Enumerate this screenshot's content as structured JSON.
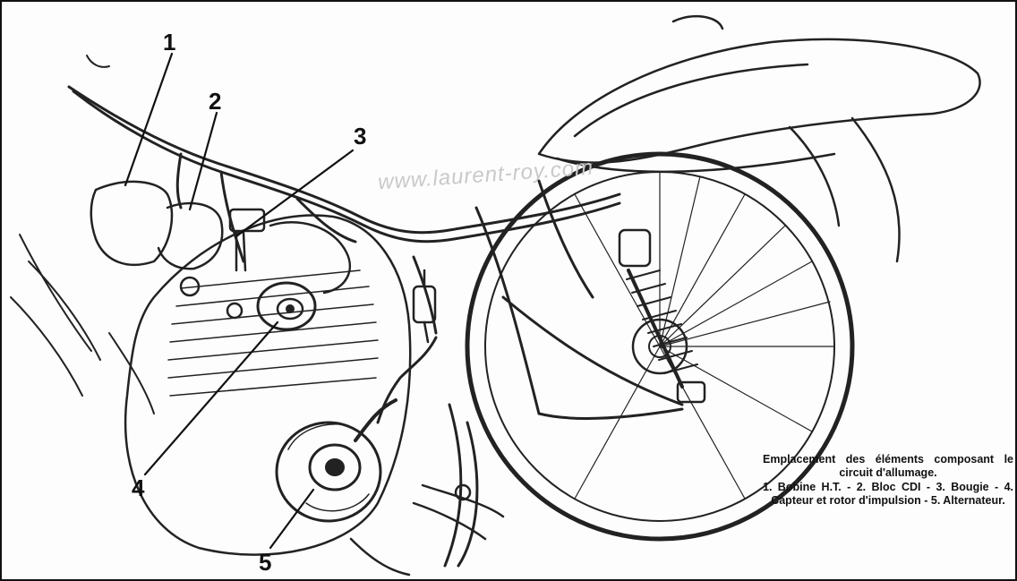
{
  "diagram": {
    "watermark": "www.laurent-roy.com",
    "callouts": [
      "1",
      "2",
      "3",
      "4",
      "5"
    ],
    "caption": {
      "title": "Emplacement des éléments composant le circuit d'allumage.",
      "legend": "1. Bobine H.T. - 2. Bloc CDI - 3. Bougie - 4. Capteur et rotor d'impulsion - 5. Alternateur."
    },
    "colors": {
      "ink": "#111111",
      "paper": "#fdfdfd",
      "watermark": "#c9c9c9"
    }
  }
}
